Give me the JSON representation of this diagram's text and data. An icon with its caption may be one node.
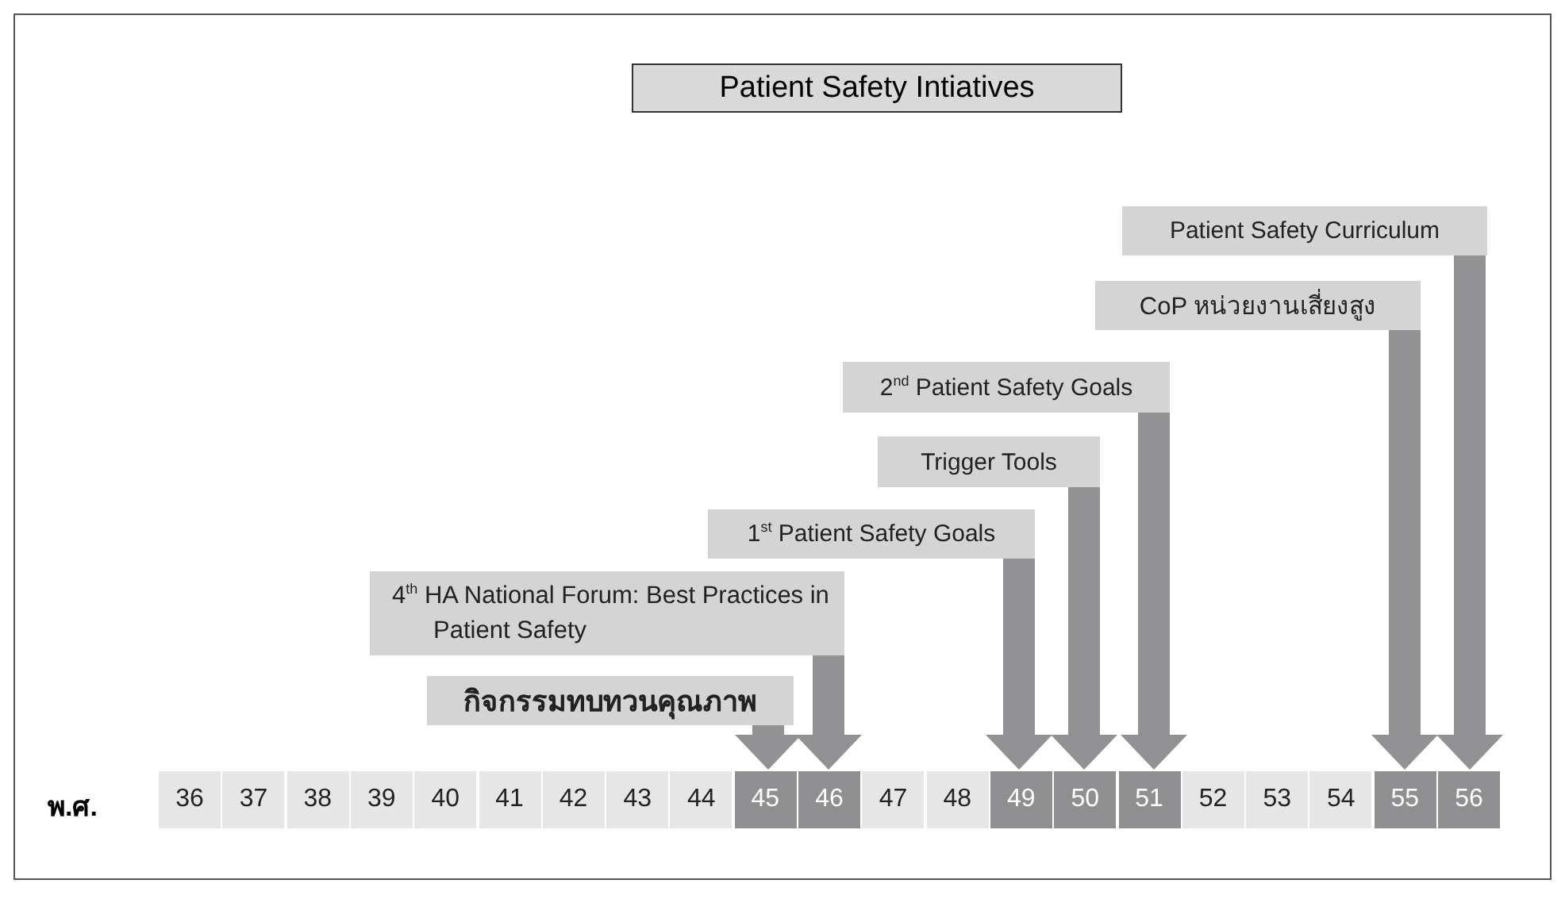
{
  "diagram": {
    "title": "Patient Safety Intiatives",
    "nodes": [
      {
        "text": [
          "Patient Safety Curriculum"
        ]
      },
      {
        "text": [
          "CoP หน่วยงานเสี่ยงสูง"
        ]
      },
      {
        "text": [
          "2$^{nd}$ Patient Safety Goals"
        ]
      },
      {
        "text": [
          "Trigger Tools"
        ]
      },
      {
        "text": [
          "1$^{st}$ Patient Safety Goals"
        ]
      },
      {
        "text": [
          "4$^{th}$ HA National Forum: Best Practices in Patient Safety"
        ]
      },
      {
        "text": [
          "กิจกรรมทบทวนคุณภาพ"
        ]
      },
      {
        "text": [
          "36"
        ]
      },
      {
        "text": [
          "37"
        ]
      },
      {
        "text": [
          "38"
        ]
      },
      {
        "text": [
          "39"
        ]
      },
      {
        "text": [
          "40"
        ]
      },
      {
        "text": [
          "41"
        ]
      },
      {
        "text": [
          "42"
        ]
      },
      {
        "text": [
          "43"
        ]
      },
      {
        "text": [
          "44"
        ]
      },
      {
        "text": [
          "45"
        ]
      },
      {
        "text": [
          "46"
        ]
      },
      {
        "text": [
          "47"
        ]
      },
      {
        "text": [
          "48"
        ]
      },
      {
        "text": [
          "49"
        ]
      },
      {
        "text": [
          "50"
        ]
      },
      {
        "text": [
          "51"
        ]
      },
      {
        "text": [
          "52"
        ]
      },
      {
        "text": [
          "53"
        ]
      },
      {
        "text": [
          "54"
        ]
      },
      {
        "text": [
          "55"
        ]
      },
      {
        "text": [
          "56"
        ]
      }
    ],
    "edges": [
      {
        "from": 0,
        "to": 27,
        "arrow": "to"
      },
      {
        "from": 1,
        "to": 26,
        "arrow": "to"
      },
      {
        "from": 2,
        "to": 22,
        "arrow": "to"
      },
      {
        "from": 3,
        "to": 21,
        "arrow": "to"
      },
      {
        "from": 4,
        "to": 20,
        "arrow": "to"
      },
      {
        "from": 5,
        "to": 17,
        "arrow": "to"
      },
      {
        "from": 6,
        "to": 16,
        "arrow": "to"
      }
    ],
    "labels": [
      "พ.ศ."
    ]
  }
}
